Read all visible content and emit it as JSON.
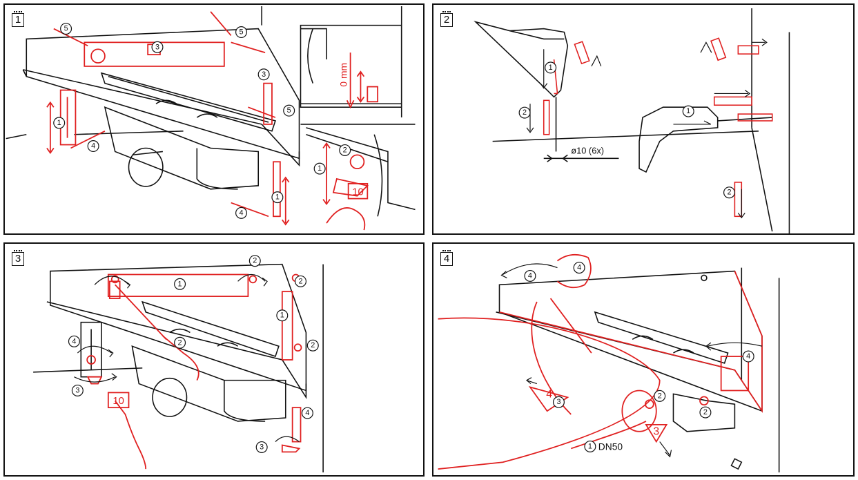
{
  "steps": [
    {
      "id": "p1",
      "number": "1"
    },
    {
      "id": "p2",
      "number": "2"
    },
    {
      "id": "p3",
      "number": "3"
    },
    {
      "id": "p4",
      "number": "4"
    }
  ],
  "p1": {
    "zero_label": "0 mm",
    "wrench_label": "10",
    "callouts": [
      "5",
      "5",
      "3",
      "3",
      "5",
      "1",
      "4",
      "1",
      "4",
      "1",
      "2"
    ]
  },
  "p2": {
    "drill_label": "ø10 (6x)",
    "callouts": [
      "1",
      "2",
      "1",
      "2"
    ]
  },
  "p3": {
    "wrench_label": "10",
    "callouts": [
      "1",
      "2",
      "2",
      "1",
      "2",
      "2",
      "4",
      "3",
      "4",
      "3"
    ]
  },
  "p4": {
    "pipe_label": "DN50",
    "callouts": [
      "4",
      "4",
      "4",
      "2",
      "2",
      "3",
      "1"
    ],
    "triangle_labels": [
      "4",
      "3"
    ]
  },
  "colors": {
    "line": "#111111",
    "accent": "#e02020"
  }
}
